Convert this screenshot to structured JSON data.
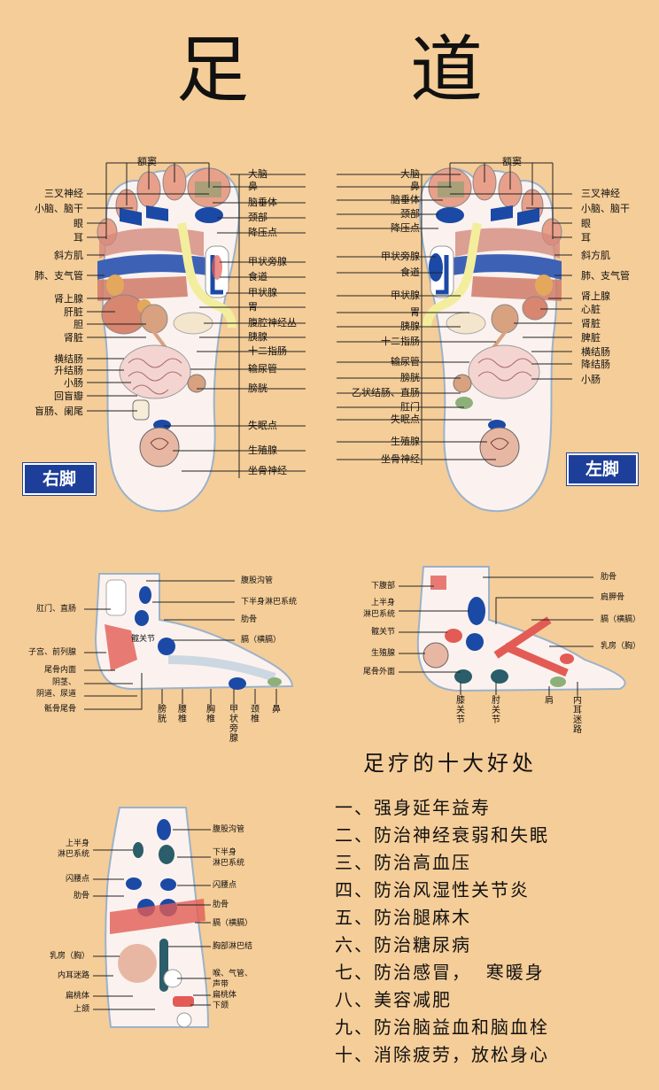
{
  "title": "足 道",
  "right_foot": {
    "badge": "右脚",
    "left_labels": [
      "额窦",
      "三叉神经",
      "小脑、脑干",
      "眼",
      "耳",
      "斜方肌",
      "肺、支气管",
      "肾上腺",
      "肝脏",
      "胆",
      "肾脏",
      "横结肠",
      "升结肠",
      "小肠",
      "回盲瓣",
      "盲肠、阑尾"
    ],
    "right_labels": [
      "大脑",
      "鼻",
      "脑垂体",
      "颈部",
      "降压点",
      "甲状旁腺",
      "食道",
      "甲状腺",
      "胃",
      "腹腔神经丛",
      "胰腺",
      "十二指肠",
      "输尿管",
      "膀胱",
      "失眠点",
      "生殖腺",
      "坐骨神经"
    ]
  },
  "left_foot": {
    "badge": "左脚",
    "left_labels": [
      "大脑",
      "鼻",
      "脑垂体",
      "颈部",
      "降压点",
      "甲状旁腺",
      "食道",
      "甲状腺",
      "胃",
      "胰腺",
      "十二指肠",
      "输尿管",
      "膀胱",
      "乙状结肠、直肠",
      "肛门",
      "失眠点",
      "生殖腺",
      "坐骨神经"
    ],
    "right_labels": [
      "额窦",
      "三叉神经",
      "小脑、脑干",
      "眼",
      "耳",
      "斜方肌",
      "肺、支气管",
      "肾上腺",
      "心脏",
      "肾脏",
      "脾脏",
      "横结肠",
      "降结肠",
      "小肠"
    ]
  },
  "inner_side": {
    "left_labels": [
      "肛门、直肠",
      "髋关节",
      "子宫、前列腺",
      "尾骨内面",
      "阴茎、",
      "阴道、尿道",
      "骶骨尾骨"
    ],
    "right_labels": [
      "腹股沟管",
      "下半身淋巴系统",
      "肋骨",
      "膈（横膈）"
    ],
    "bottom_labels": [
      "膀胱",
      "腰椎",
      "胸椎",
      "甲状旁腺",
      "颈椎",
      "鼻"
    ]
  },
  "outer_side": {
    "left_labels": [
      "下腹部",
      "上半身",
      "淋巴系统",
      "髋关节",
      "生殖腺",
      "尾骨外面"
    ],
    "right_labels": [
      "肋骨",
      "肩胛骨",
      "膈（横膈）",
      "乳房（胸）"
    ],
    "bottom_labels": [
      "膝关节",
      "肘关节",
      "肩",
      "内耳迷路"
    ]
  },
  "top_foot": {
    "left_labels": [
      "上半身",
      "淋巴系统",
      "闪腰点",
      "肋骨",
      "乳房（胸）",
      "内耳迷路",
      "扁桃体",
      "上颌"
    ],
    "right_labels": [
      "腹股沟管",
      "下半身",
      "淋巴系统",
      "闪腰点",
      "肋骨",
      "膈（横膈）",
      "胸部淋巴结",
      "喉、气管、",
      "声带",
      "扁桃体",
      "下颌"
    ]
  },
  "benefits": {
    "title": "足疗的十大好处",
    "items": [
      "一、强身延年益寿",
      "二、防治神经衰弱和失眠",
      "三、防治高血压",
      "四、防治风湿性关节炎",
      "五、防治腿麻木",
      "六、防治糖尿病",
      "七、防治感冒，  寒暖身",
      "八、美容减肥",
      "九、防治脑益血和脑血栓",
      "十、消除疲劳，放松身心"
    ]
  },
  "colors": {
    "background": "#f5cd98",
    "badge": "#1d3f99",
    "organ_blue": "#1b49a6",
    "organ_red": "#e25c55",
    "organ_teal": "#2b5d6a",
    "skin": "#fdeee6"
  }
}
